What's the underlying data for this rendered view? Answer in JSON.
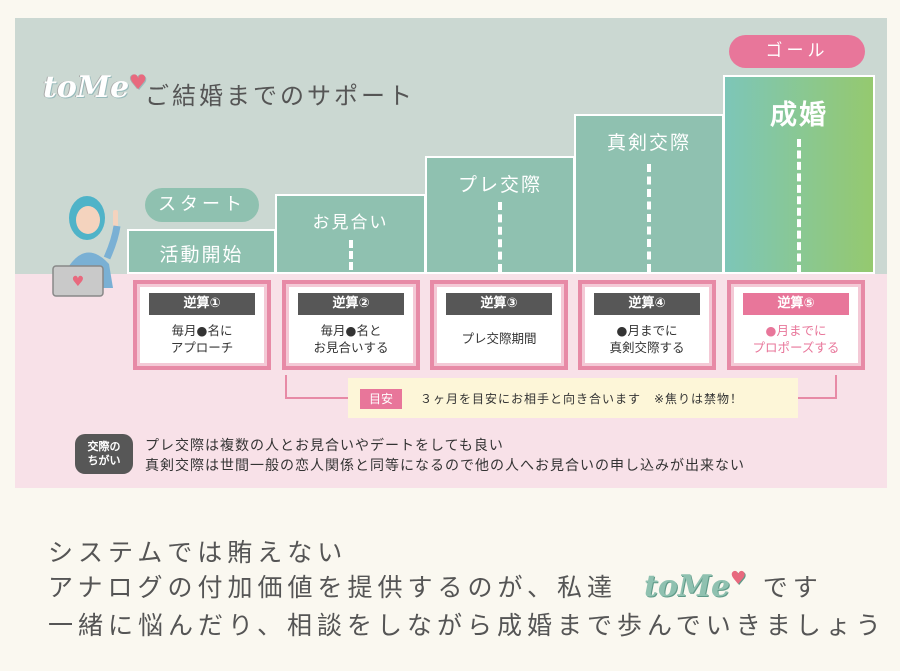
{
  "brand": {
    "logo_text": "toMe",
    "logo_heart": "♥"
  },
  "title": "ご結婚までのサポート",
  "pills": {
    "start": "スタート",
    "goal": "ゴール"
  },
  "steps": [
    {
      "label": "活動開始"
    },
    {
      "label": "お見合い"
    },
    {
      "label": "プレ交際"
    },
    {
      "label": "真剣交際"
    },
    {
      "label": "成婚"
    }
  ],
  "cards": [
    {
      "badge": "逆算①",
      "text": "毎月●名に\nアプローチ",
      "highlight": false
    },
    {
      "badge": "逆算②",
      "text": "毎月●名と\nお見合いする",
      "highlight": false
    },
    {
      "badge": "逆算③",
      "text": "プレ交際期間",
      "highlight": false
    },
    {
      "badge": "逆算④",
      "text": "●月までに\n真剣交際する",
      "highlight": false
    },
    {
      "badge": "逆算⑤",
      "text": "●月までに\nプロポーズする",
      "highlight": true
    }
  ],
  "guide": {
    "badge": "目安",
    "text": "３ヶ月を目安にお相手と向き合います　※焦りは禁物！"
  },
  "difference": {
    "badge": "交際の\nちがい",
    "lines": [
      "プレ交際は複数の人とお見合いやデートをしても良い",
      "真剣交際は世間一般の恋人関係と同等になるので他の人へお見合いの申し込みが出来ない"
    ]
  },
  "bottom": {
    "line1": "システムでは賄えない",
    "line2_pre": "アナログの付加価値を提供するのが、私達",
    "line2_post": "です",
    "line3": "一緒に悩んだり、相談をしながら成婚まで歩んでいきましょう"
  },
  "colors": {
    "teal": "#8fc1b0",
    "pink": "#e8769a",
    "panel": "#cbd8d2",
    "band": "#f8e1e8"
  }
}
